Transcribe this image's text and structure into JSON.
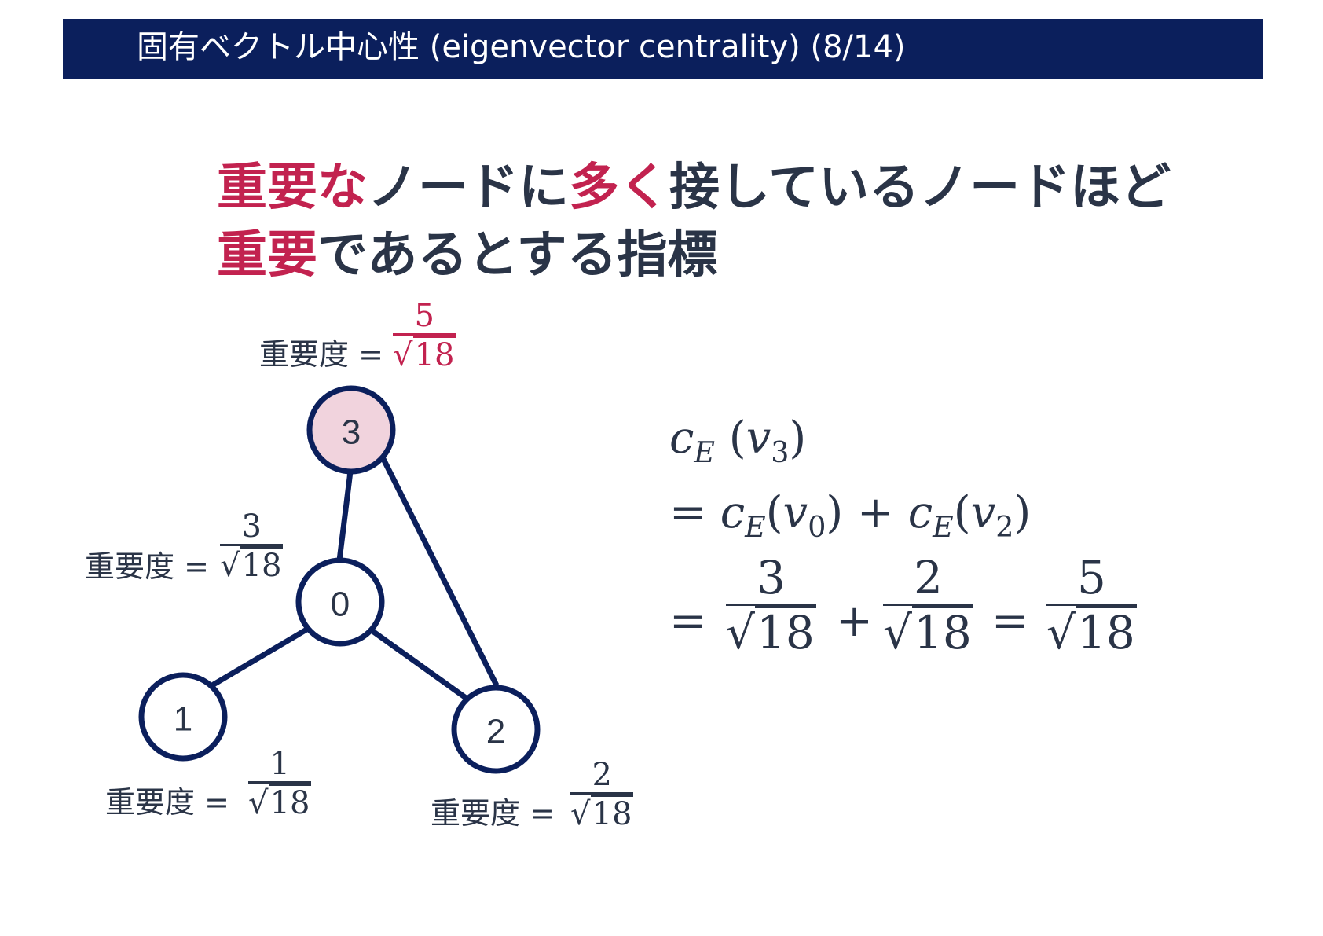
{
  "header": {
    "title": "固有ベクトル中心性 (eigenvector centrality) (8/14)"
  },
  "headline": {
    "line1": [
      {
        "text": "重要な",
        "highlight": true
      },
      {
        "text": "ノードに",
        "highlight": false
      },
      {
        "text": "多く",
        "highlight": true
      },
      {
        "text": "接しているノードほど",
        "highlight": false
      }
    ],
    "line2": [
      {
        "text": "重要",
        "highlight": true
      },
      {
        "text": "であるとする指標",
        "highlight": false
      }
    ]
  },
  "graph": {
    "nodes": [
      {
        "id": "0",
        "label": "0",
        "highlighted": false
      },
      {
        "id": "1",
        "label": "1",
        "highlighted": false
      },
      {
        "id": "2",
        "label": "2",
        "highlighted": false
      },
      {
        "id": "3",
        "label": "3",
        "highlighted": true
      }
    ],
    "edges": [
      [
        "3",
        "0"
      ],
      [
        "3",
        "2"
      ],
      [
        "0",
        "1"
      ],
      [
        "0",
        "2"
      ]
    ]
  },
  "importance": {
    "label": "重要度 =",
    "node3": {
      "num": "5",
      "radicand": "18"
    },
    "node0": {
      "num": "3",
      "radicand": "18"
    },
    "node1": {
      "num": "1",
      "radicand": "18"
    },
    "node2": {
      "num": "2",
      "radicand": "18"
    }
  },
  "equation": {
    "line1": {
      "c": "c",
      "sub": "E",
      "v": "v",
      "vsub": "3"
    },
    "line2": {
      "eq": "=",
      "plus": "+",
      "t1_vsub": "0",
      "t2_vsub": "2"
    },
    "line3": {
      "eq": "=",
      "plus": "+",
      "f1": "3",
      "f2": "2",
      "f3": "5",
      "radicand": "18"
    }
  },
  "colors": {
    "navy": "#0b1f5c",
    "accent": "#c2224f",
    "node_fill_highlight": "#f1d3dd",
    "text": "#2a3447"
  }
}
